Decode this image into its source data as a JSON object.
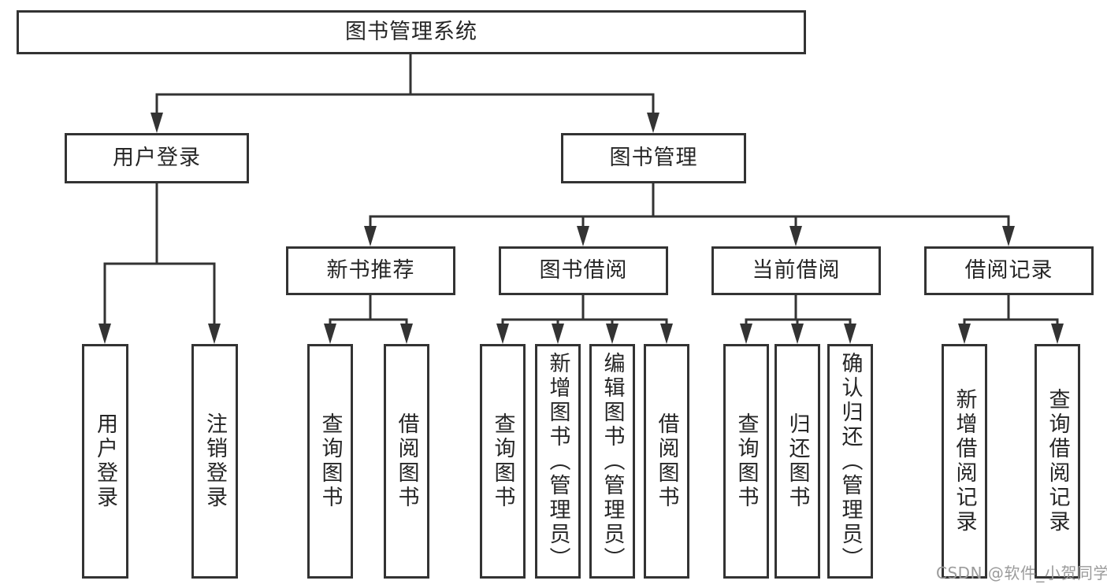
{
  "page": {
    "background": "#ffffff"
  },
  "diagram": {
    "colors": {
      "line": "#333333",
      "box_border": "#333333",
      "box_fill": "#ffffff",
      "text": "#262626",
      "watermark_text": "#9b9b9b"
    },
    "tree": {
      "root": {
        "label": "图书管理系统"
      },
      "branches": [
        {
          "label": "用户登录",
          "children": [
            {
              "label": "用户登录"
            },
            {
              "label": "注销登录"
            }
          ]
        },
        {
          "label": "图书管理",
          "groups": [
            {
              "label": "新书推荐",
              "children": [
                {
                  "label": "查询图书"
                },
                {
                  "label": "借阅图书"
                }
              ]
            },
            {
              "label": "图书借阅",
              "children": [
                {
                  "label": "查询图书"
                },
                {
                  "label": "新增图书（管理员）"
                },
                {
                  "label": "编辑图书（管理员）"
                },
                {
                  "label": "借阅图书"
                }
              ]
            },
            {
              "label": "当前借阅",
              "children": [
                {
                  "label": "查询图书"
                },
                {
                  "label": "归还图书"
                },
                {
                  "label": "确认归还（管理员）"
                }
              ]
            },
            {
              "label": "借阅记录",
              "children": [
                {
                  "label": "新增借阅记录"
                },
                {
                  "label": "查询借阅记录"
                }
              ]
            }
          ]
        }
      ]
    }
  },
  "watermark": {
    "text": "CSDN @软件_小贺同学"
  }
}
